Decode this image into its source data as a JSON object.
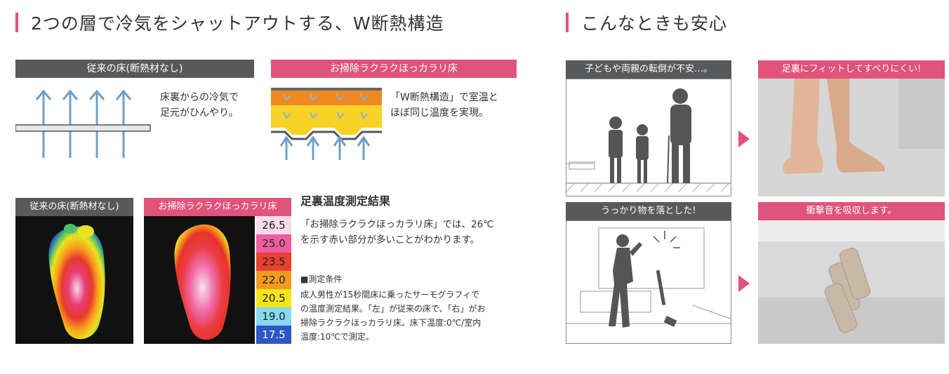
{
  "heading_left": "2つの層で冷気をシャットアウトする、W断熱構造",
  "heading_right": "こんなときも安心",
  "diagram": {
    "conventional_label": "従来の床(断熱材なし)",
    "conventional_text_1": "床裏からの冷気で",
    "conventional_text_2": "足元がひんやり。",
    "product_label": "お掃除ラクラクほっカラリ床",
    "product_text_1": "「W断熱構造」で室温と",
    "product_text_2": "ほぼ同じ温度を実現。"
  },
  "thermo": {
    "left_label": "従来の床(断熱材なし)",
    "right_label": "お掃除ラクラクほっカラリ床",
    "scale": [
      "26.5",
      "25.0",
      "23.5",
      "22.0",
      "20.5",
      "19.0",
      "17.5"
    ],
    "scale_colors": [
      "#f7dbe8",
      "#ee5fa0",
      "#e9402f",
      "#f39a1e",
      "#f4e519",
      "#86d9f0",
      "#2c57c4"
    ],
    "result_title": "足裏温度測定結果",
    "result_text_1": "「お掃除ラクラクほっカラリ床」では、26℃",
    "result_text_2": "を示す赤い部分が多いことがわかります。",
    "condition_title": "■測定条件",
    "condition_1": "成人男性が15秒間床に乗ったサーモグラフィで",
    "condition_2": "の温度測定結果。「左」が従来の床で、「右」がお",
    "condition_3": "掃除ラクラクほっカラリ床。床下温度:0℃/室内",
    "condition_4": "温度:10℃で測定。"
  },
  "cases": {
    "case1_problem": "子どもや両親の転倒が不安…。",
    "case1_solution": "足裏にフィットしてすべりにくい!",
    "case2_problem": "うっかり物を落とした!",
    "case2_solution": "衝撃音を吸収します。"
  }
}
